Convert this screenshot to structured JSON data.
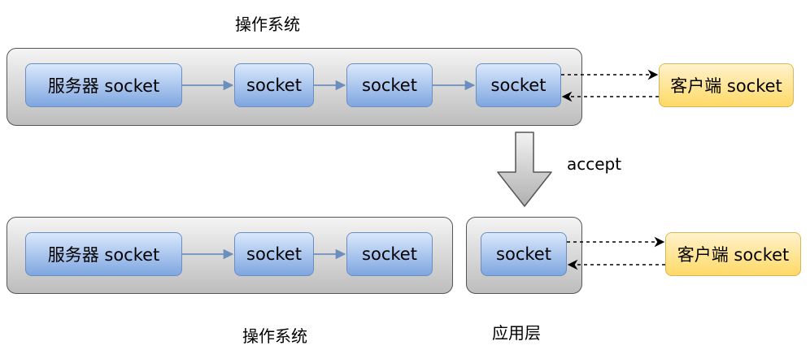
{
  "top": {
    "title": "操作系统",
    "server_socket": "服务器 socket",
    "queue": [
      "socket",
      "socket",
      "socket"
    ],
    "client": "客户端 socket"
  },
  "transition": {
    "label": "accept"
  },
  "bottom": {
    "os_title": "操作系统",
    "app_title": "应用层",
    "server_socket": "服务器 socket",
    "queue": [
      "socket",
      "socket"
    ],
    "app_socket": "socket",
    "client": "客户端 socket"
  },
  "colors": {
    "node_border": "#6c8ebf",
    "node_fill_top": "#dae8fc",
    "node_fill_bottom": "#7ea6e0",
    "client_border": "#d6b656",
    "client_fill_top": "#fff2cc",
    "client_fill_bottom": "#ffd966",
    "container_border": "#555555",
    "arrow_blue": "#6c8ebf"
  }
}
